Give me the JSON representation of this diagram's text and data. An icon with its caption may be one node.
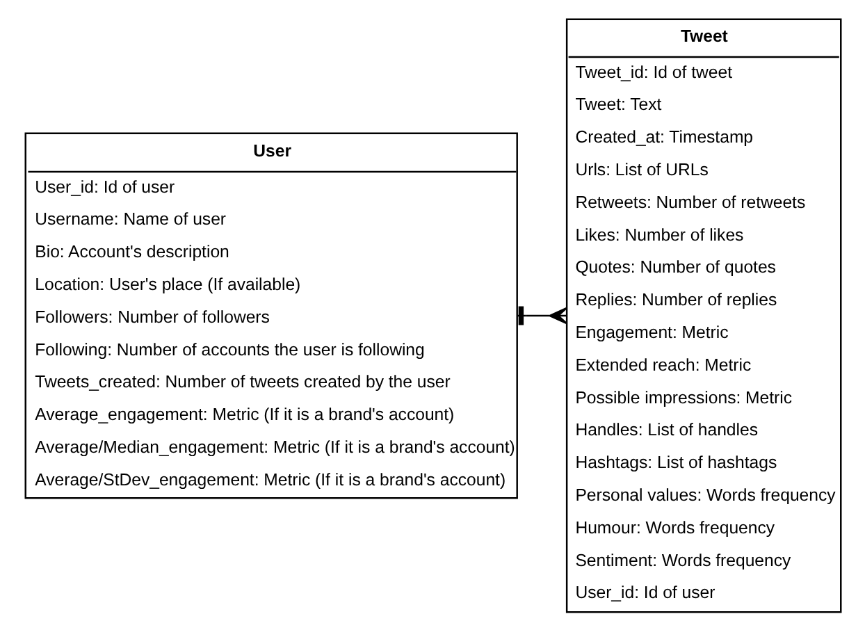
{
  "diagram": {
    "nodes": [
      {
        "text": [
          "User",
          "User_id: Id of user",
          "Username: Name of user",
          "Bio: Account's description",
          "Location: User's place (If available)",
          "Followers: Number of followers",
          "Following: Number of accounts the user is following",
          "Tweets_created: Number of tweets created by the user",
          "Average_engagement: Metric (If it is a brand's account)",
          "Average/Median_engagement: Metric (If it is a brand's account)",
          "Average/StDev_engagement: Metric (If it is a brand's account)"
        ]
      },
      {
        "text": [
          "Tweet",
          "Tweet_id: Id of tweet",
          "Tweet: Text",
          "Created_at: Timestamp",
          "Urls: List of URLs",
          "Retweets: Number of retweets",
          "Likes: Number of likes",
          "Quotes: Number of quotes",
          "Replies: Number of replies",
          "Engagement: Metric",
          "Extended reach: Metric",
          "Possible impressions: Metric",
          "Handles: List of handles",
          "Hashtags: List of hashtags",
          "Personal values: Words frequency",
          "Humour: Words frequency",
          "Sentiment: Words frequency",
          "User_id: Id of user"
        ]
      }
    ],
    "edges": [
      {
        "from": 0,
        "to": 1,
        "arrow": "other"
      }
    ]
  }
}
